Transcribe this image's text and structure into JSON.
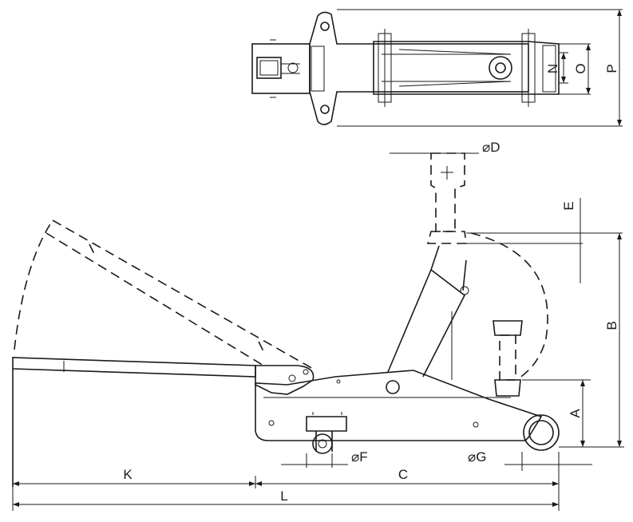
{
  "dimension_labels": {
    "A": "A",
    "B": "B",
    "C": "C",
    "D": "⌀D",
    "E": "E",
    "F": "⌀F",
    "G": "⌀G",
    "K": "K",
    "L": "L",
    "N": "N",
    "O": "O",
    "P": "P"
  }
}
